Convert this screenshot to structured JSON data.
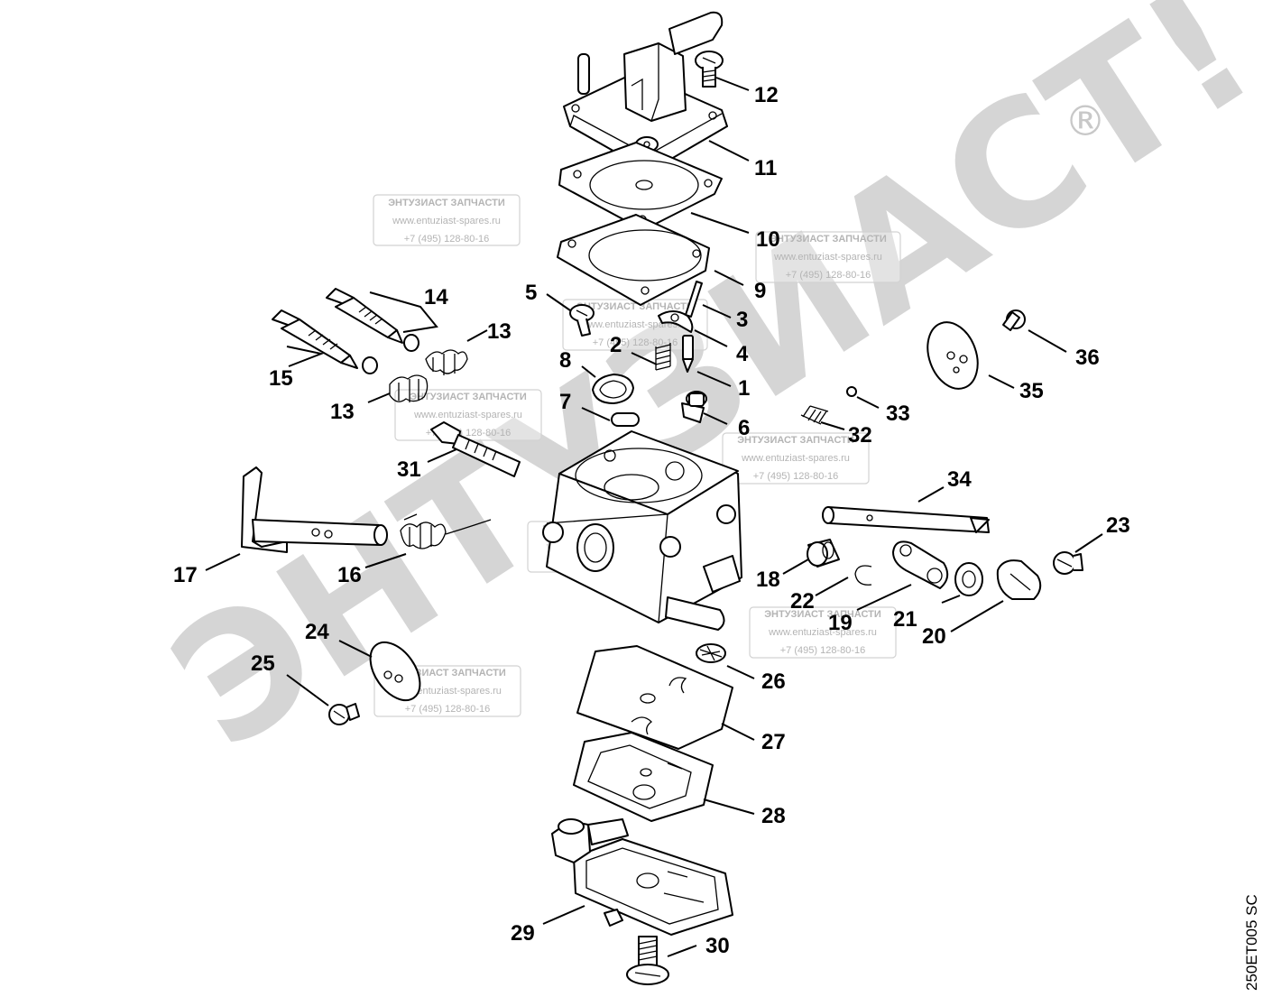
{
  "diagram": {
    "drawing_code": "250ET005 SC",
    "watermark": {
      "big_text": "ЭНТУЗИАСТ!",
      "registered": "®",
      "stamp_name": "ЭНТУЗИАСТ ЗАПЧАСТИ",
      "stamp_site": "www.entuziast-spares.ru",
      "stamp_phone": "+7 (495) 128-80-16"
    },
    "callouts": [
      "1",
      "2",
      "3",
      "4",
      "5",
      "6",
      "7",
      "8",
      "9",
      "10",
      "11",
      "12",
      "13",
      "13",
      "14",
      "15",
      "16",
      "17",
      "18",
      "19",
      "20",
      "21",
      "22",
      "23",
      "24",
      "25",
      "26",
      "27",
      "28",
      "29",
      "30",
      "31",
      "32",
      "33",
      "34",
      "35",
      "36"
    ]
  }
}
